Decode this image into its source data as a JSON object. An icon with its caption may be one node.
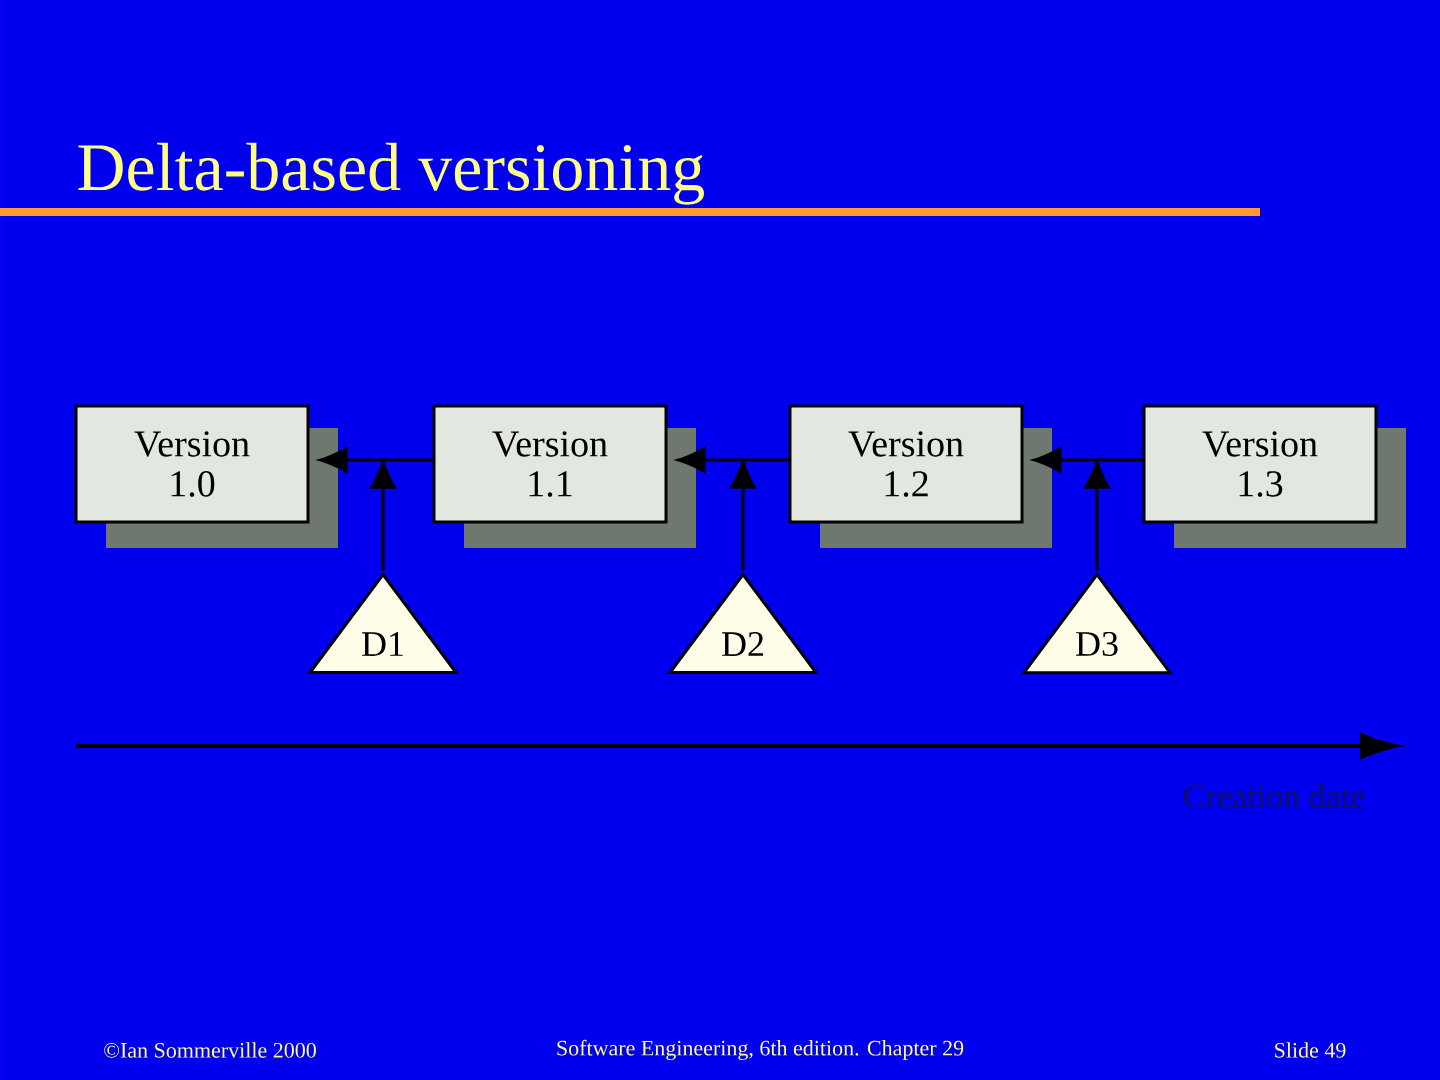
{
  "diagram": {
    "title": "Delta-based versioning",
    "nodes": [
      {
        "text": [
          "Version 1.0"
        ]
      },
      {
        "text": [
          "Version 1.1"
        ]
      },
      {
        "text": [
          "Version 1.2"
        ]
      },
      {
        "text": [
          "Version 1.3"
        ]
      },
      {
        "text": [
          "D1"
        ]
      },
      {
        "text": [
          "D2"
        ]
      },
      {
        "text": [
          "D3"
        ]
      }
    ],
    "edges": [
      {
        "from": 1,
        "to": 0,
        "arrow": "to"
      },
      {
        "from": 2,
        "to": 1,
        "arrow": "to"
      },
      {
        "from": 3,
        "to": 2,
        "arrow": "to"
      },
      {
        "from": 4,
        "to": null,
        "arrow": "to"
      },
      {
        "from": 5,
        "to": null,
        "arrow": "to"
      },
      {
        "from": 6,
        "to": null,
        "arrow": "to"
      }
    ],
    "labels": [
      "Creation date",
      "©Ian Sommerville 2000",
      "Software Engineering, 6th edition. Chapter 29",
      "Slide 49"
    ]
  }
}
